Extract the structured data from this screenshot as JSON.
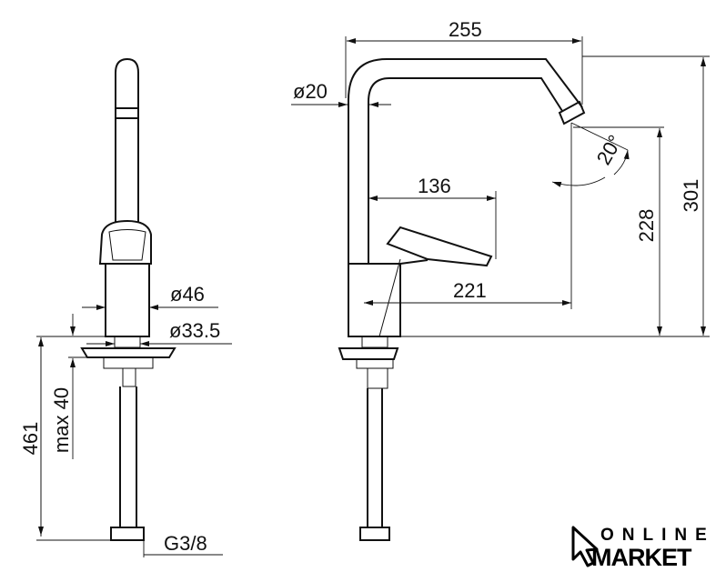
{
  "dimensions": {
    "width_255": "255",
    "dia_20": "ø20",
    "angle_20": "20°",
    "len_136": "136",
    "len_221": "221",
    "height_228": "228",
    "height_301": "301",
    "dia_46": "ø46",
    "dia_33_5": "ø33.5",
    "height_461": "461",
    "max_40": "max 40",
    "thread": "G3/8"
  },
  "logo": {
    "line1": "ONLINE",
    "line2": "MARKET"
  }
}
